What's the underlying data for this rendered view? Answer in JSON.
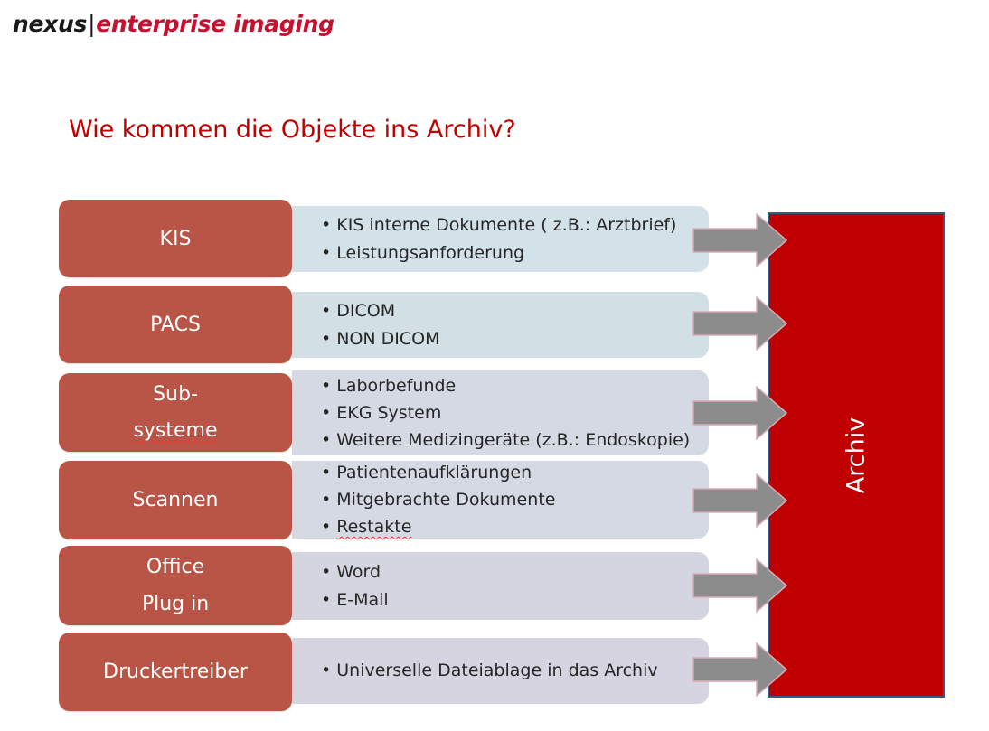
{
  "header": {
    "logo_nexus": "nexus",
    "logo_separator": "|",
    "logo_rest": "enterprise imaging"
  },
  "title": "Wie kommen die Objekte ins Archiv?",
  "archive": {
    "label": "Archiv"
  },
  "colors": {
    "label_fill": "#b85546",
    "archive_fill": "#c00000",
    "title": "#c00000",
    "arrow_fill": "#8c8c8c"
  },
  "rows": [
    {
      "id": "kis",
      "label_lines": [
        "KIS"
      ],
      "items": [
        "KIS interne Dokumente ( z.B.: Arztbrief)",
        "Leistungsanforderung"
      ]
    },
    {
      "id": "pacs",
      "label_lines": [
        "PACS"
      ],
      "items": [
        "DICOM",
        "NON DICOM"
      ]
    },
    {
      "id": "subsysteme",
      "label_lines": [
        "Sub-",
        "systeme"
      ],
      "items": [
        "Laborbefunde",
        "EKG System",
        "Weitere Medizingeräte (z.B.: Endoskopie)"
      ]
    },
    {
      "id": "scannen",
      "label_lines": [
        "Scannen"
      ],
      "items": [
        "Patientenaufklärungen",
        "Mitgebrachte Dokumente",
        "Restakte"
      ]
    },
    {
      "id": "office",
      "label_lines": [
        "Office",
        "Plug in"
      ],
      "items": [
        "Word",
        "E-Mail"
      ]
    },
    {
      "id": "druckertreiber",
      "label_lines": [
        "Druckertreiber"
      ],
      "items": [
        "Universelle Dateiablage in das Archiv"
      ]
    }
  ]
}
